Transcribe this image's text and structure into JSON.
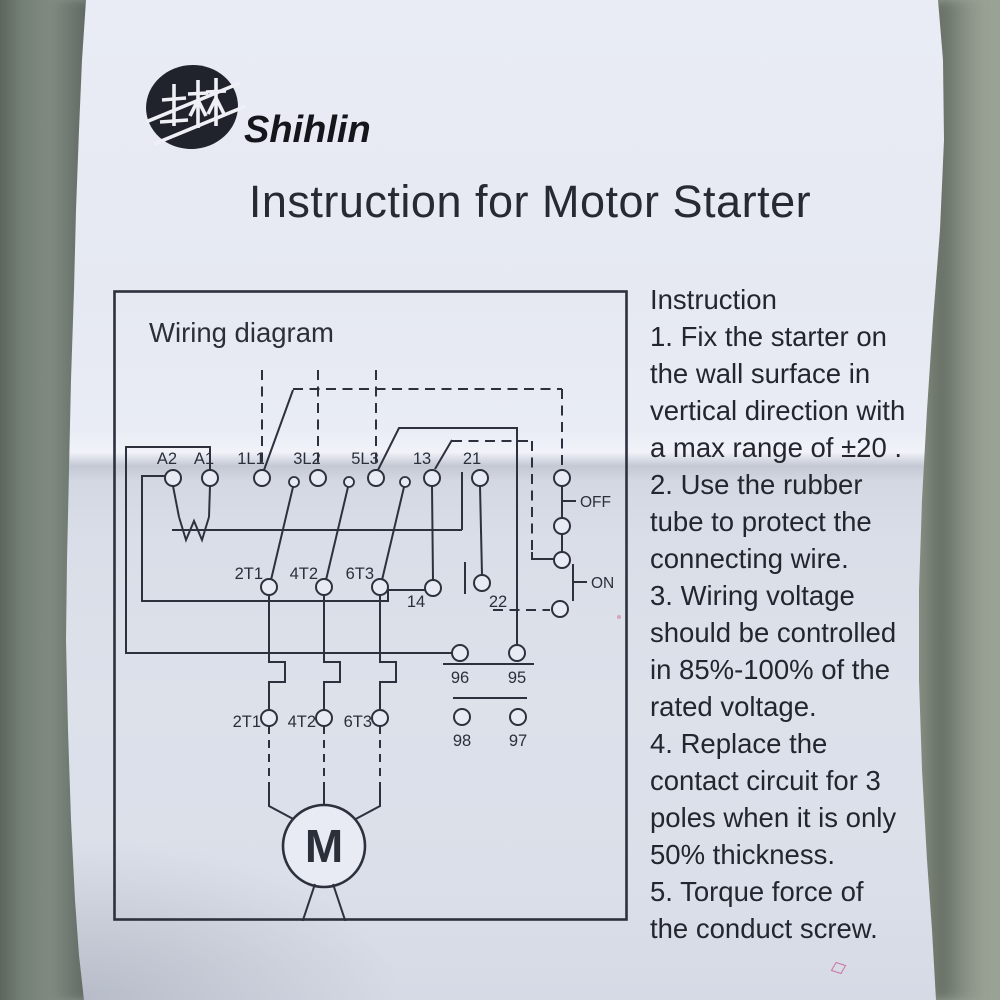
{
  "colors": {
    "background_left": "#76816f",
    "background_right": "#9aa295",
    "paper": "#e2e6f0",
    "ink": "#2c303b",
    "pink_mark": "#c75f9e"
  },
  "logo": {
    "brand": "Shihlin",
    "mark": "shihlin-circle-monogram"
  },
  "title": "Instruction for Motor Starter",
  "diagram": {
    "heading": "Wiring diagram",
    "top_terminals": [
      "A2",
      "A1",
      "1L1",
      "3L2",
      "5L3",
      "13",
      "21"
    ],
    "mid_terminals": [
      "2T1",
      "4T2",
      "6T3"
    ],
    "overload_terminals": [
      "2T1",
      "4T2",
      "6T3"
    ],
    "aux_labels": {
      "off": "OFF",
      "on": "ON",
      "t14": "14",
      "t22": "22",
      "t96": "96",
      "t95": "95",
      "t98": "98",
      "t97": "97"
    },
    "motor": "M"
  },
  "instructions": {
    "heading": "Instruction",
    "lines": [
      "1. Fix the starter on",
      "the wall surface in",
      "vertical direction with",
      "a max range of ±20 .",
      "2. Use the rubber",
      "tube to protect the",
      "connecting wire.",
      "3. Wiring voltage",
      "should be controlled",
      "in 85%-100% of the",
      "rated voltage.",
      "4. Replace the",
      "contact circuit for 3",
      "poles when it is only",
      "50% thickness.",
      "5. Torque force of",
      "the conduct screw."
    ]
  }
}
